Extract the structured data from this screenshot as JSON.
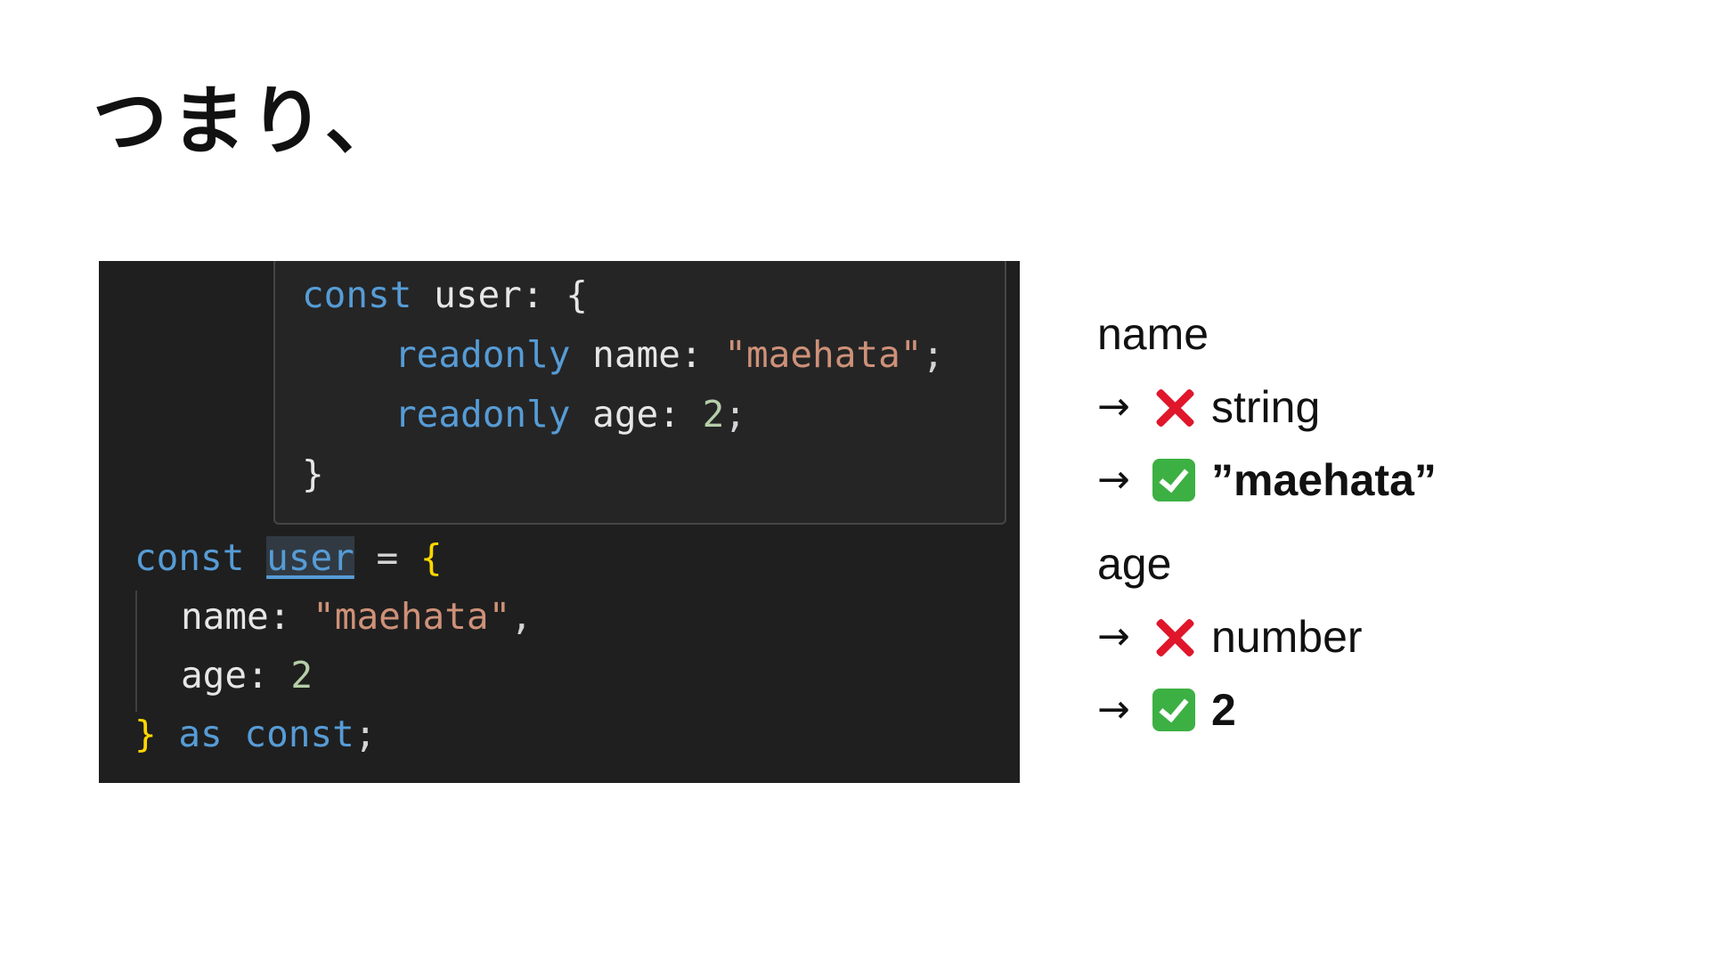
{
  "slide": {
    "title": "つまり、"
  },
  "code": {
    "hover": {
      "line1": {
        "kw": "const",
        "rest": " user: {"
      },
      "line2": {
        "kw": "readonly",
        "prop": " name: ",
        "str": "\"maehata\"",
        "end": ";"
      },
      "line3": {
        "kw": "readonly",
        "prop": " age: ",
        "num": "2",
        "end": ";"
      },
      "line4": "}"
    },
    "source": {
      "line1": {
        "kw": "const",
        "space": " ",
        "ident": "user",
        "eq": " = ",
        "brace": "{"
      },
      "line2": {
        "prop": "name: ",
        "str": "\"maehata\"",
        "end": ","
      },
      "line3": {
        "prop": "age: ",
        "num": "2"
      },
      "line4": {
        "brace": "}",
        "as": " as",
        "const": " const",
        "end": ";"
      }
    }
  },
  "notes": {
    "name_label": "name",
    "arrow": "→",
    "name_wrong": "string",
    "name_right": "”maehata”",
    "age_label": "age",
    "age_wrong": "number",
    "age_right": "2",
    "icons": {
      "wrong": "cross-mark-icon",
      "right": "check-mark-icon"
    },
    "colors": {
      "wrong": "#e0162b",
      "right": "#3cb043"
    }
  }
}
